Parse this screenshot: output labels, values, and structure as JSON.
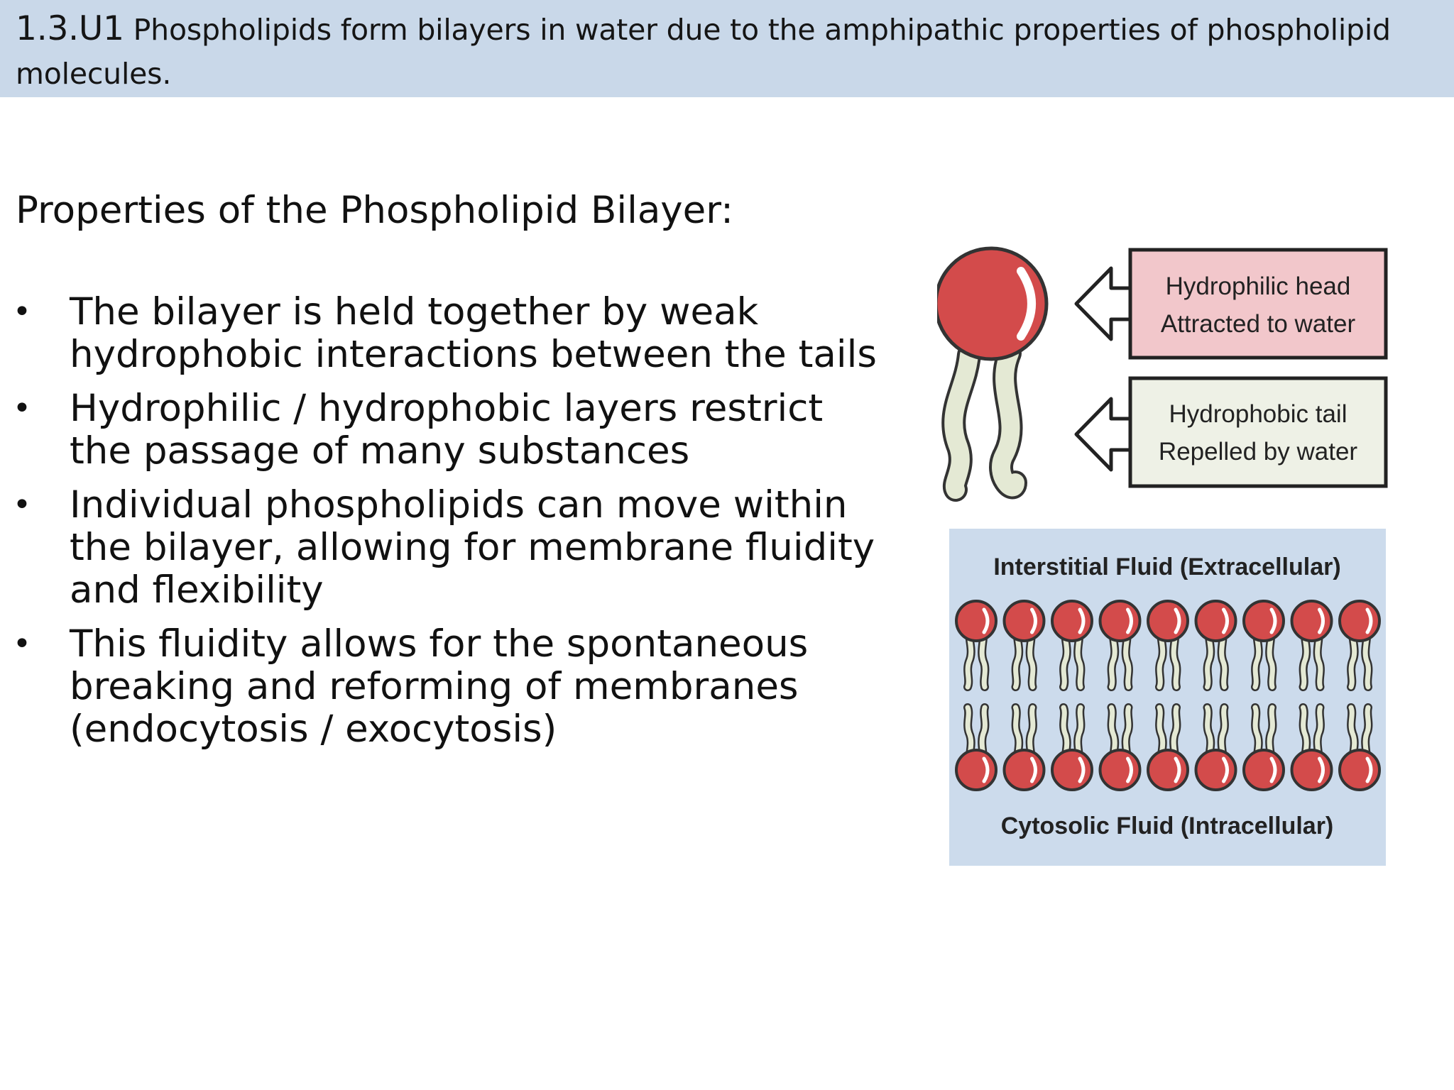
{
  "header": {
    "code": "1.3.U1",
    "text": "Phospholipids form bilayers in water due to the amphipathic properties of phospholipid molecules."
  },
  "subtitle": "Properties of the Phospholipid Bilayer:",
  "bullets": [
    "The bilayer is held together by weak hydrophobic interactions between the tails",
    "Hydrophilic / hydrophobic layers restrict the passage of many substances",
    "Individual phospholipids can move within the bilayer, allowing for membrane fluidity and flexibility",
    "This fluidity allows for the spontaneous breaking and reforming of membranes (endocytosis / exocytosis)"
  ],
  "bullet_symbol": "•",
  "diagram": {
    "head_label_1": "Hydrophilic head",
    "head_label_2": "Attracted to water",
    "tail_label_1": "Hydrophobic tail",
    "tail_label_2": "Repelled by water",
    "top_fluid": "Interstitial Fluid  (Extracellular)",
    "bottom_fluid": "Cytosolic Fluid  (Intracellular)",
    "colors": {
      "head": "#d34b4b",
      "tail": "#e4e9d4",
      "head_box": "#f2c7cb",
      "tail_box": "#eef1e6",
      "bilayer_bg": "#ccdbec",
      "header_bg": "#c9d8e9"
    }
  }
}
